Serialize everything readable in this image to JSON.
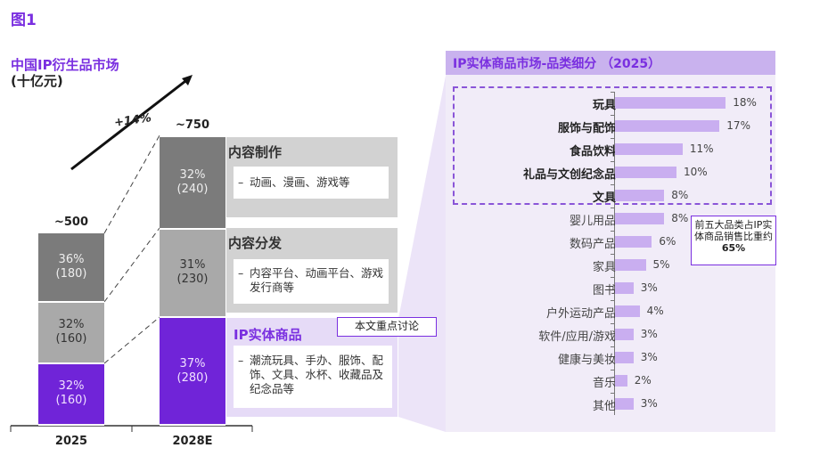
{
  "figure_label": "图1",
  "left_title": "中国IP衍生品市场",
  "left_unit": "(十亿元)",
  "growth_label": "+14%",
  "focus_callout": "本文重点讨论",
  "segments": [
    {
      "name": "内容制作",
      "desc": "动画、漫画、游戏等"
    },
    {
      "name": "内容分发",
      "desc": "内容平台、动画平台、游戏发行商等"
    },
    {
      "name": "IP实体商品",
      "desc": "潮流玩具、手办、服饰、配饰、文具、水杯、收藏品及纪念品等"
    }
  ],
  "chart_data": [
    {
      "type": "bar",
      "title": "中国IP衍生品市场 (十亿元)",
      "stacked": true,
      "categories": [
        "2025",
        "2028E"
      ],
      "totals_labels": [
        "~500",
        "~750"
      ],
      "series": [
        {
          "name": "内容制作",
          "values": [
            180,
            240
          ],
          "labels": [
            "36%",
            "32%"
          ],
          "value_labels": [
            "(180)",
            "(240)"
          ]
        },
        {
          "name": "内容分发",
          "values": [
            160,
            230
          ],
          "labels": [
            "32%",
            "31%"
          ],
          "value_labels": [
            "(160)",
            "(230)"
          ]
        },
        {
          "name": "IP实体商品",
          "values": [
            160,
            280
          ],
          "labels": [
            "32%",
            "37%"
          ],
          "value_labels": [
            "(160)",
            "(280)"
          ]
        }
      ],
      "cagr": "+14%"
    },
    {
      "type": "bar",
      "orientation": "horizontal",
      "title": "IP实体商品市场-品类细分 （2025）",
      "categories": [
        "玩具",
        "服饰与配饰",
        "食品饮料",
        "礼品与文创纪念品",
        "文具",
        "婴儿用品",
        "数码产品",
        "家具",
        "图书",
        "户外运动产品",
        "软件/应用/游戏",
        "健康与美妆",
        "音乐",
        "其他"
      ],
      "values": [
        18,
        17,
        11,
        10,
        8,
        8,
        6,
        5,
        3,
        4,
        3,
        3,
        2,
        3
      ],
      "value_labels": [
        "18%",
        "17%",
        "11%",
        "10%",
        "8%",
        "8%",
        "6%",
        "5%",
        "3%",
        "4%",
        "3%",
        "3%",
        "2%",
        "3%"
      ],
      "highlight_top": 5,
      "annotation": {
        "text": "前五大品类占IP实体商品销售比重约",
        "value": "65%"
      }
    }
  ],
  "colors": {
    "purple": "#7024d8",
    "dark_gray": "#7b7b7b",
    "mid_gray": "#a9a9a9",
    "bar": "#c9aef0",
    "panel": "#f1ecf8"
  }
}
